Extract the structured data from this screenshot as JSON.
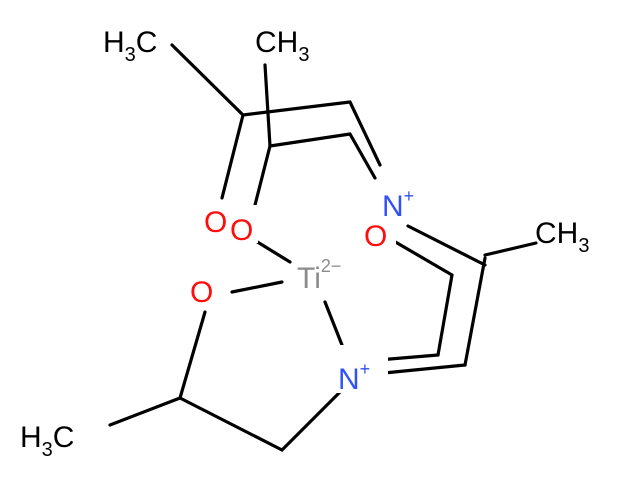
{
  "atoms": {
    "ch3_top_left": {
      "main": "H",
      "sub": "3",
      "tail": "C"
    },
    "ch3_top_mid": {
      "main": "CH",
      "sub": "3"
    },
    "ch3_right": {
      "main": "CH",
      "sub": "3"
    },
    "ch3_bottom_left": {
      "main": "H",
      "sub": "3",
      "tail": "C"
    },
    "o_1": {
      "main": "O"
    },
    "o_2": {
      "main": "O"
    },
    "o_3": {
      "main": "O"
    },
    "o_4": {
      "main": "O"
    },
    "n_top": {
      "main": "N",
      "charge": "+"
    },
    "n_bottom": {
      "main": "N",
      "charge": "+"
    },
    "ti": {
      "main": "Ti",
      "charge": "2−"
    }
  },
  "colors": {
    "carbon": "#000000",
    "oxygen": "#ff0d0d",
    "nitrogen": "#3050f8",
    "titanium": "#8c8c8c"
  }
}
